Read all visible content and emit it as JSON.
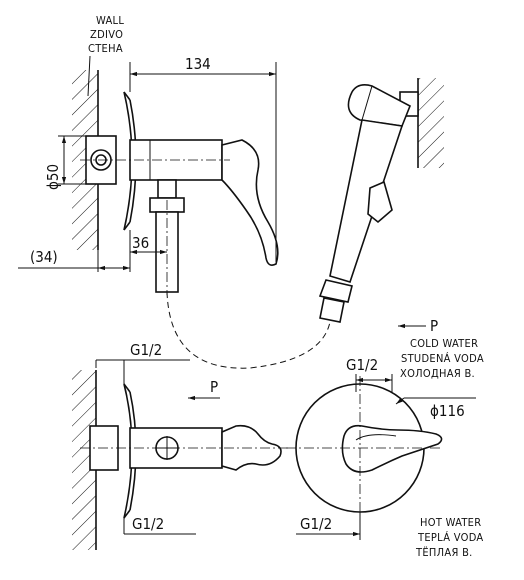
{
  "wall_label": {
    "en": "WALL",
    "cz": "ZDIVO",
    "ru": "СТЕНА"
  },
  "dimensions": {
    "depth": "134",
    "diameter_small": "ϕ50",
    "offset": "(34)",
    "outlet": "36",
    "thread_top": "G1/2",
    "thread_bottom": "G1/2",
    "thread_front": "G1/2",
    "thread_front_bottom": "G1/2",
    "diameter_large": "ϕ116"
  },
  "flow_markers": {
    "p_top": "P",
    "p_bottom": "P"
  },
  "cold_water": {
    "en": "COLD WATER",
    "cz": "STUDENÁ VODA",
    "ru": "ХОЛОДНАЯ В."
  },
  "hot_water": {
    "en": "HOT WATER",
    "cz": "TEPLÁ VODA",
    "ru": "ТЁПЛАЯ В."
  }
}
